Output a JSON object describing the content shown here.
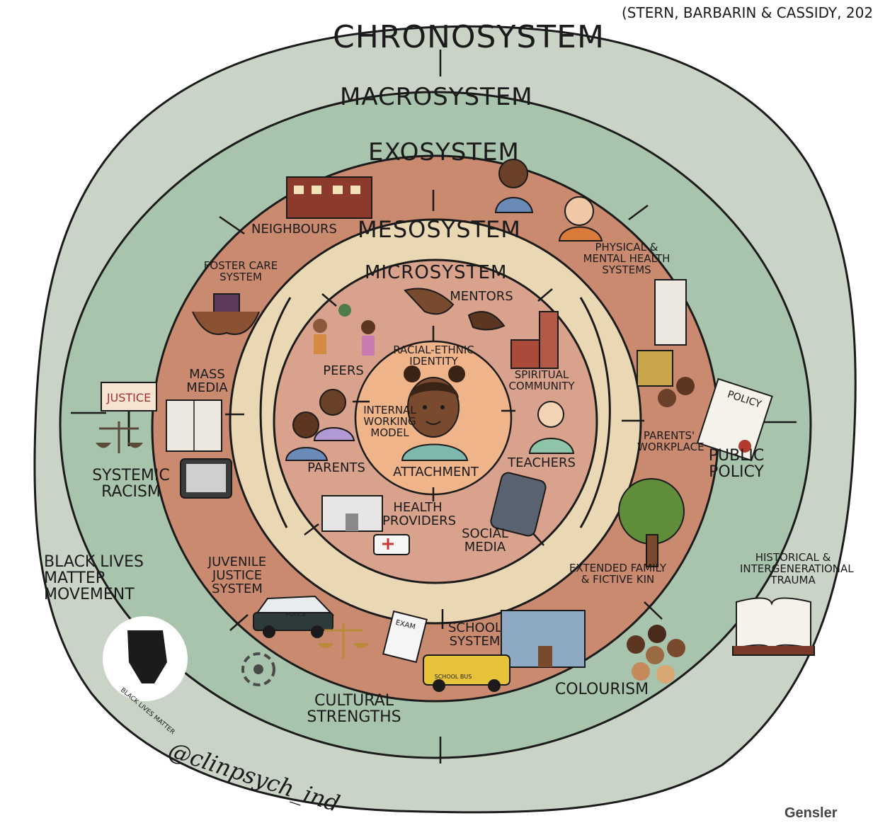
{
  "citation": "(STERN, BARBARIN & CASSIDY, 202",
  "rings": {
    "chronosystem": "CHRONOSYSTEM",
    "macrosystem": "MACROSYSTEM",
    "exosystem": "EXOSYSTEM",
    "mesosystem": "MESOSYSTEM",
    "microsystem": "MICROSYSTEM"
  },
  "center": {
    "identity": "RACIAL-ETHNIC IDENTITY",
    "working_model": "INTERNAL WORKING MODEL",
    "attachment": "ATTACHMENT"
  },
  "microsystem_items": {
    "mentors": "MENTORS",
    "peers": "PEERS",
    "spiritual": "SPIRITUAL COMMUNITY",
    "parents": "PARENTS",
    "teachers": "TEACHERS",
    "health": "HEALTH PROVIDERS",
    "social_media": "SOCIAL MEDIA"
  },
  "exosystem_items": {
    "neighbours": "NEIGHBOURS",
    "health_systems": "PHYSICAL & MENTAL HEALTH SYSTEMS",
    "foster": "FOSTER CARE SYSTEM",
    "mass_media": "MASS MEDIA",
    "workplace": "PARENTS' WORKPLACE",
    "juvenile": "JUVENILE JUSTICE SYSTEM",
    "school": "SCHOOL SYSTEM",
    "extended": "EXTENDED FAMILY & FICTIVE KIN"
  },
  "macrosystem_items": {
    "racism": "SYSTEMIC RACISM",
    "policy": "PUBLIC POLICY",
    "cultural": "CULTURAL STRENGTHS",
    "colourism": "COLOURISM"
  },
  "chronosystem_items": {
    "blm": "BLACK LIVES MATTER MOVEMENT",
    "trauma": "HISTORICAL & INTERGENERATIONAL TRAUMA"
  },
  "signs": {
    "justice": "JUSTICE",
    "policy": "POLICY",
    "police": "POLICE",
    "school_bus": "SCHOOL BUS",
    "exam": "EXAM",
    "blm_badge": "BLACK LIVES MATTER"
  },
  "handle": "@clinpsych_ind",
  "watermark": "Gensler",
  "colors": {
    "chrono": "#c9d3c6",
    "macro": "#a9c4ad",
    "exo": "#c98a70",
    "meso": "#ead7b3",
    "micro": "#d8a28c",
    "core": "#efb489",
    "ink": "#1b1b1b"
  }
}
